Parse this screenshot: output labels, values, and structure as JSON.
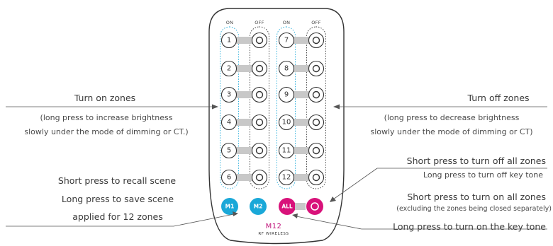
{
  "remote": {
    "col_on_1": "ON",
    "col_off_1": "OFF",
    "col_on_2": "ON",
    "col_off_2": "OFF",
    "left_keys": [
      "1",
      "2",
      "3",
      "4",
      "5",
      "6"
    ],
    "right_keys": [
      "7",
      "8",
      "9",
      "10",
      "11",
      "12"
    ],
    "m1_label": "M1",
    "m2_label": "M2",
    "all_label": "ALL",
    "brand": "M12",
    "brand_sub": "RF WIRELESS"
  },
  "colors": {
    "cyan": "#1aa8d8",
    "magenta": "#d8127a",
    "body_outline": "#333333",
    "connector": "#c8c8c8"
  },
  "callouts": {
    "turn_on_title": "Turn on zones",
    "turn_on_desc_1": "(long press to increase brightness",
    "turn_on_desc_2": "slowly under the mode of dimming or CT.)",
    "turn_off_title": "Turn off zones",
    "turn_off_desc_1": "(long press to decrease brightness",
    "turn_off_desc_2": "slowly under the mode of dimming or CT)",
    "recall_scene": "Short press to recall scene",
    "save_scene": "Long press to save scene",
    "applied_zones": "applied for 12 zones",
    "off_all": "Short press to turn off all zones",
    "off_key_tone": "Long press to turn off key tone",
    "on_all": "Short press to turn on all zones",
    "on_all_note": "(excluding the zones being closed separately)",
    "on_key_tone": "Long press to turn on the key tone"
  }
}
